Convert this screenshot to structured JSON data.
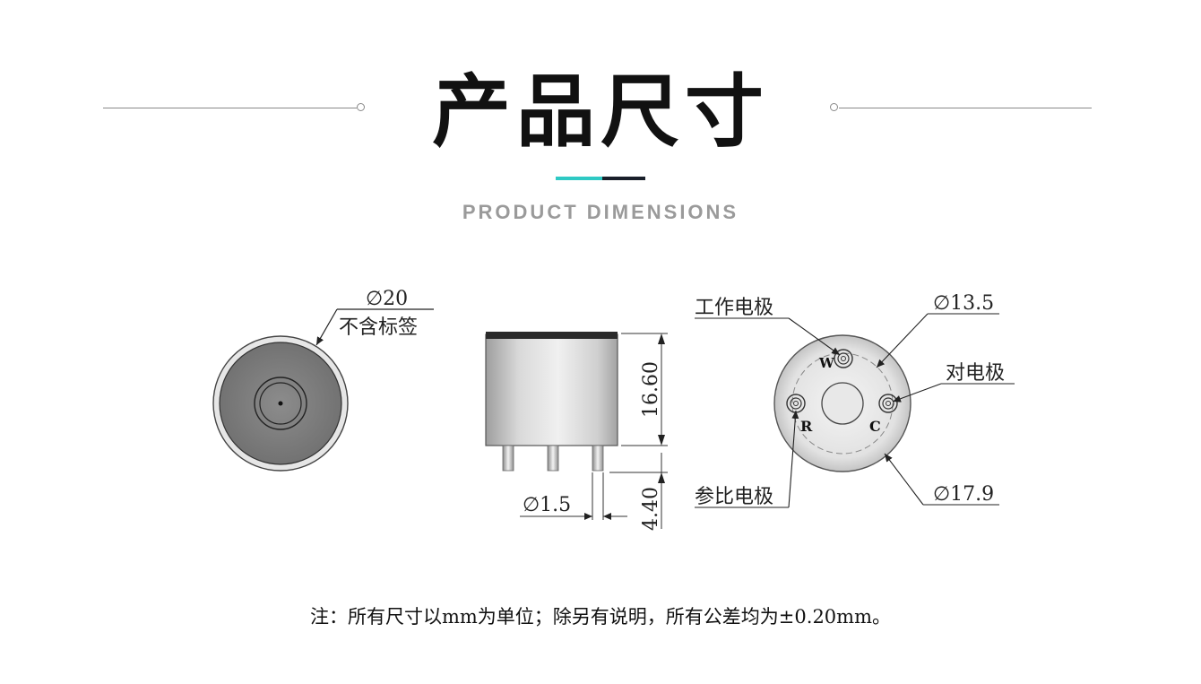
{
  "header": {
    "title": "产品尺寸",
    "subtitle": "PRODUCT DIMENSIONS",
    "accent_colors": [
      "#2ec9c4",
      "#1a1f2a"
    ],
    "line_color": "#8a8a8a"
  },
  "front_view": {
    "diameter_label": "∅20",
    "label_note": "不含标签"
  },
  "side_view": {
    "height_label": "16.60",
    "pin_length_label": "4.40",
    "pin_diameter_label": "∅1.5"
  },
  "bottom_view": {
    "working_electrode": "工作电极",
    "counter_electrode": "对电极",
    "reference_electrode": "参比电极",
    "inner_diameter_label": "∅13.5",
    "outer_diameter_label": "∅17.9",
    "pin_w": "W",
    "pin_r": "R",
    "pin_c": "C"
  },
  "note": "注：所有尺寸以mm为单位；除另有说明，所有公差均为±0.20mm。"
}
